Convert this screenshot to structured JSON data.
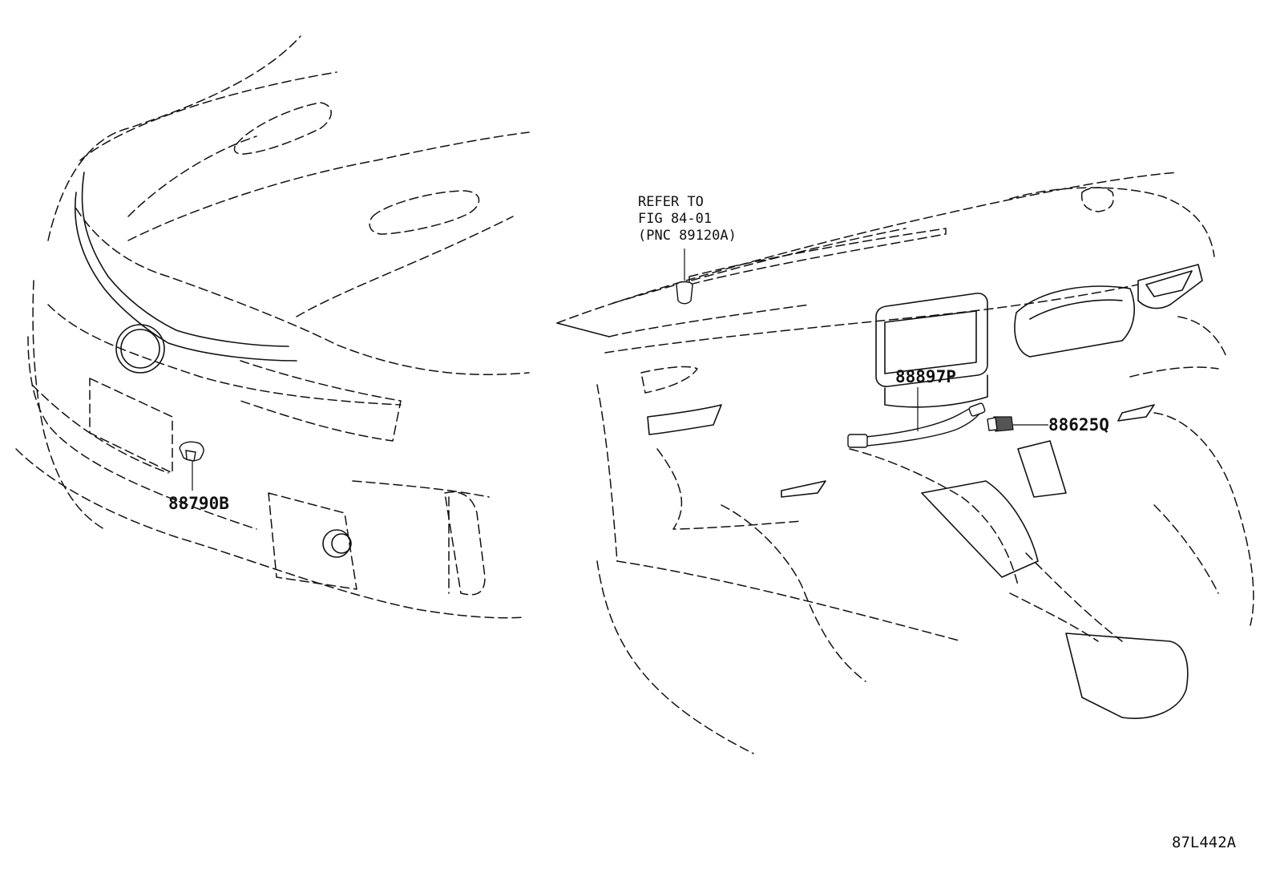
{
  "callouts": {
    "part_88790b": "88790B",
    "part_88897p": "88897P",
    "part_88625q": "88625Q"
  },
  "refer_note": {
    "line1": "REFER TO",
    "line2": "FIG 84-01",
    "line3": "(PNC 89120A)"
  },
  "figure_id": "87L442A",
  "icons": [
    "front-bumper-sensor-icon",
    "interior-camera-icon",
    "wire-harness-icon",
    "connector-icon",
    "solar-sensor-icon"
  ]
}
